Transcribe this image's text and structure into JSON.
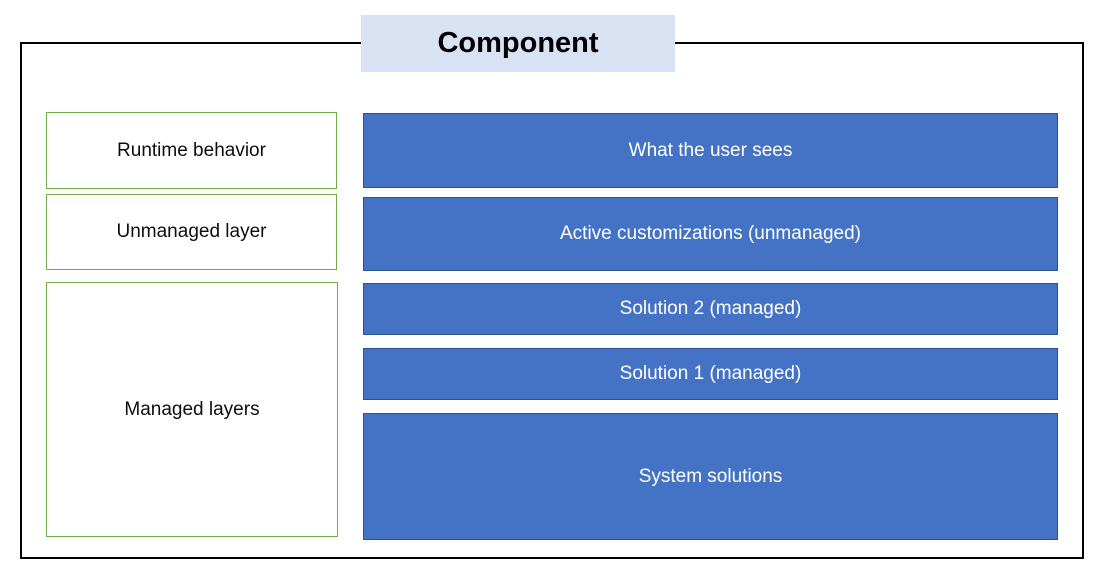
{
  "diagram": {
    "title": "Component",
    "left_column": {
      "items": [
        {
          "label": "Runtime behavior"
        },
        {
          "label": "Unmanaged layer"
        },
        {
          "label": "Managed layers"
        }
      ]
    },
    "right_column": {
      "items": [
        {
          "label": "What the user sees"
        },
        {
          "label": "Active customizations (unmanaged)"
        },
        {
          "label": "Solution 2 (managed)"
        },
        {
          "label": "Solution 1 (managed)"
        },
        {
          "label": "System solutions"
        }
      ]
    },
    "colors": {
      "bar_fill_blue": "#4472C4",
      "bar_border_blue": "#2F528F",
      "label_border_green": "#70AD47",
      "title_fill": "#D9E2F3",
      "frame_outline": "#000000",
      "bar_text": "#FFFFFF",
      "label_text": "#0D0D0D"
    }
  }
}
